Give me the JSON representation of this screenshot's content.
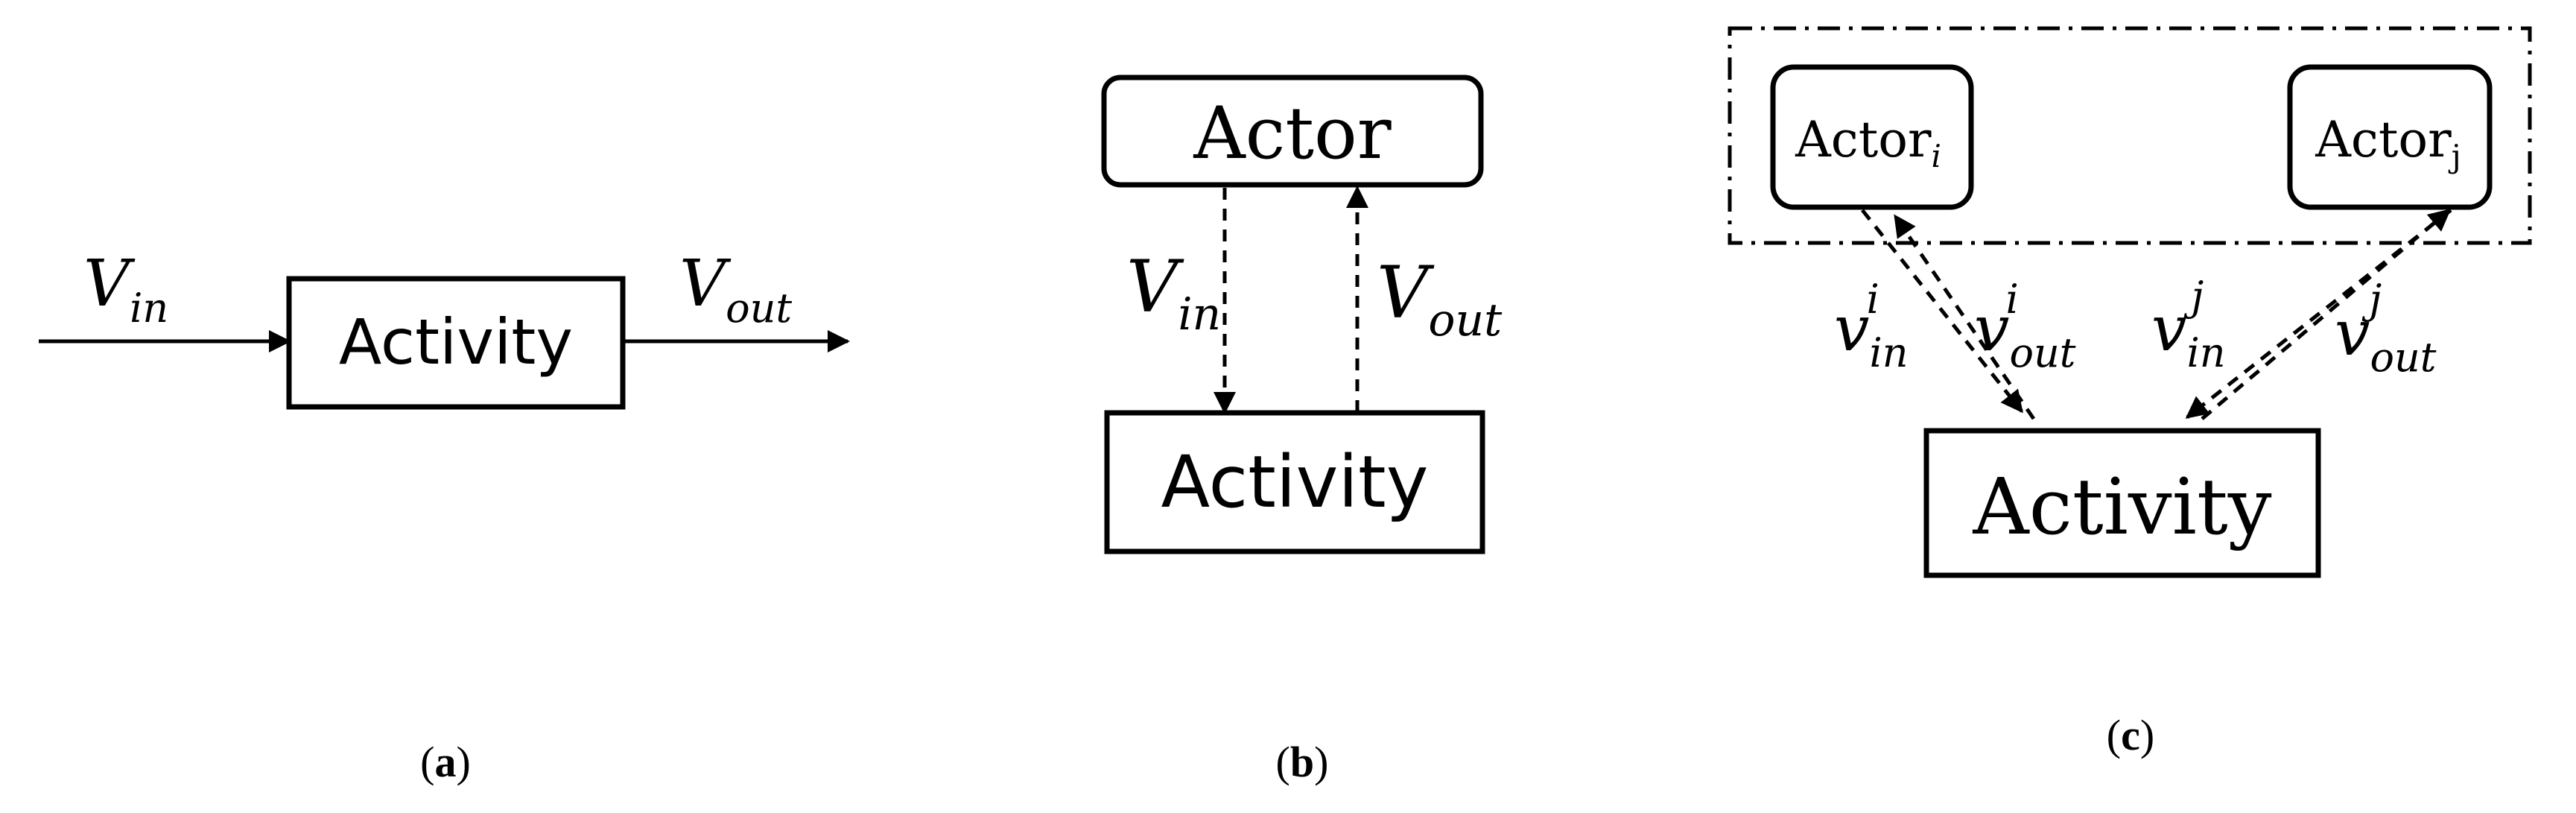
{
  "panel_a": {
    "activity_label": "Activity",
    "input_symbol": "V",
    "input_subscript": "in",
    "output_symbol": "V",
    "output_subscript": "out",
    "caption_open": "(",
    "caption_letter": "a",
    "caption_close": ")"
  },
  "panel_b": {
    "actor_label": "Actor",
    "activity_label": "Activity",
    "input_symbol": "V",
    "input_subscript": "in",
    "output_symbol": "V",
    "output_subscript": "out",
    "caption_open": "(",
    "caption_letter": "b",
    "caption_close": ")"
  },
  "panel_c": {
    "actor_i_label": "Actor",
    "actor_i_subscript": "i",
    "actor_j_label": "Actor",
    "actor_j_subscript": "j",
    "activity_label": "Activity",
    "vin_i_symbol": "v",
    "vin_i_sup": "i",
    "vin_i_sub": "in",
    "vout_i_symbol": "v",
    "vout_i_sup": "i",
    "vout_i_sub": "out",
    "vin_j_symbol": "v",
    "vin_j_sup": "j",
    "vin_j_sub": "in",
    "vout_j_symbol": "v",
    "vout_j_sup": "j",
    "vout_j_sub": "out",
    "caption_open": "(",
    "caption_letter": "c",
    "caption_close": ")"
  }
}
